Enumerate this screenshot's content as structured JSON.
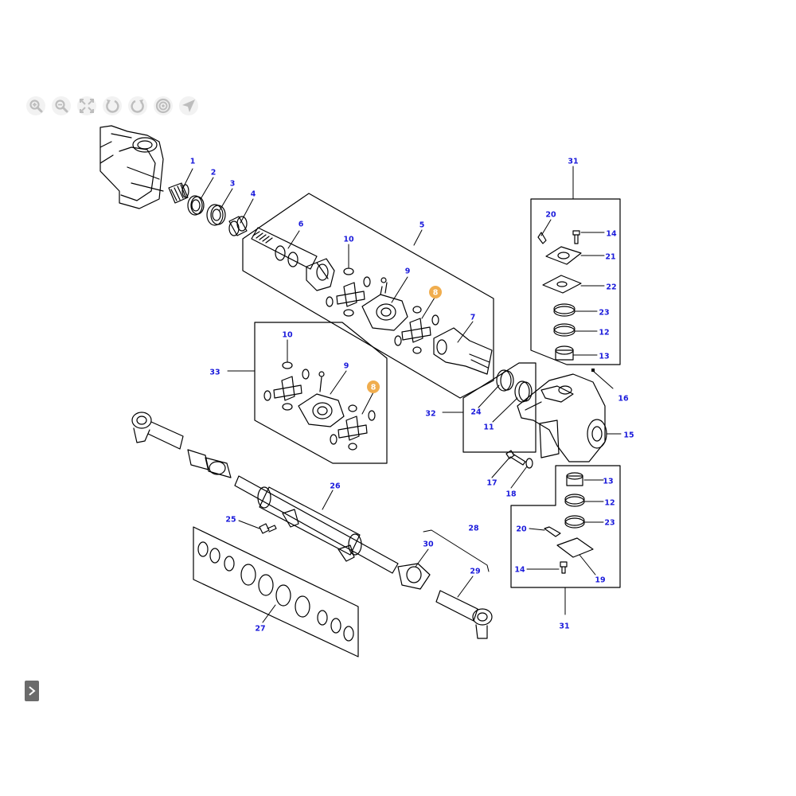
{
  "toolbar": {
    "icons": [
      "zoom-in-icon",
      "zoom-out-icon",
      "fit-screen-icon",
      "rotate-left-icon",
      "rotate-right-icon",
      "target-icon",
      "navigate-icon"
    ]
  },
  "colors": {
    "callout": "#1a1adb",
    "highlight": "#f0ad4e",
    "line": "#000000",
    "icon_gray": "#bdbdbd"
  },
  "callouts": [
    {
      "key": "c1",
      "text": "1",
      "highlight": false
    },
    {
      "key": "c2",
      "text": "2",
      "highlight": false
    },
    {
      "key": "c3",
      "text": "3",
      "highlight": false
    },
    {
      "key": "c4",
      "text": "4",
      "highlight": false
    },
    {
      "key": "c5",
      "text": "5",
      "highlight": false
    },
    {
      "key": "c6",
      "text": "6",
      "highlight": false
    },
    {
      "key": "c7",
      "text": "7",
      "highlight": false
    },
    {
      "key": "c8a",
      "text": "8",
      "highlight": true
    },
    {
      "key": "c9a",
      "text": "9",
      "highlight": false
    },
    {
      "key": "c10a",
      "text": "10",
      "highlight": false
    },
    {
      "key": "c33",
      "text": "33",
      "highlight": false
    },
    {
      "key": "c10b",
      "text": "10",
      "highlight": false
    },
    {
      "key": "c9b",
      "text": "9",
      "highlight": false
    },
    {
      "key": "c8b",
      "text": "8",
      "highlight": true
    },
    {
      "key": "c31a",
      "text": "31",
      "highlight": false
    },
    {
      "key": "c20a",
      "text": "20",
      "highlight": false
    },
    {
      "key": "c14a",
      "text": "14",
      "highlight": false
    },
    {
      "key": "c21",
      "text": "21",
      "highlight": false
    },
    {
      "key": "c22",
      "text": "22",
      "highlight": false
    },
    {
      "key": "c23a",
      "text": "23",
      "highlight": false
    },
    {
      "key": "c12a",
      "text": "12",
      "highlight": false
    },
    {
      "key": "c13a",
      "text": "13",
      "highlight": false
    },
    {
      "key": "c16",
      "text": "16",
      "highlight": false
    },
    {
      "key": "c15",
      "text": "15",
      "highlight": false
    },
    {
      "key": "c24",
      "text": "24",
      "highlight": false
    },
    {
      "key": "c32",
      "text": "32",
      "highlight": false
    },
    {
      "key": "c11",
      "text": "11",
      "highlight": false
    },
    {
      "key": "c17",
      "text": "17",
      "highlight": false
    },
    {
      "key": "c18",
      "text": "18",
      "highlight": false
    },
    {
      "key": "c13b",
      "text": "13",
      "highlight": false
    },
    {
      "key": "c12b",
      "text": "12",
      "highlight": false
    },
    {
      "key": "c23b",
      "text": "23",
      "highlight": false
    },
    {
      "key": "c20b",
      "text": "20",
      "highlight": false
    },
    {
      "key": "c14b",
      "text": "14",
      "highlight": false
    },
    {
      "key": "c19",
      "text": "19",
      "highlight": false
    },
    {
      "key": "c31b",
      "text": "31",
      "highlight": false
    },
    {
      "key": "c26",
      "text": "26",
      "highlight": false
    },
    {
      "key": "c25",
      "text": "25",
      "highlight": false
    },
    {
      "key": "c28",
      "text": "28",
      "highlight": false
    },
    {
      "key": "c30",
      "text": "30",
      "highlight": false
    },
    {
      "key": "c29",
      "text": "29",
      "highlight": false
    },
    {
      "key": "c27",
      "text": "27",
      "highlight": false
    }
  ],
  "expand_button": {
    "icon": "chevron-right-icon"
  }
}
